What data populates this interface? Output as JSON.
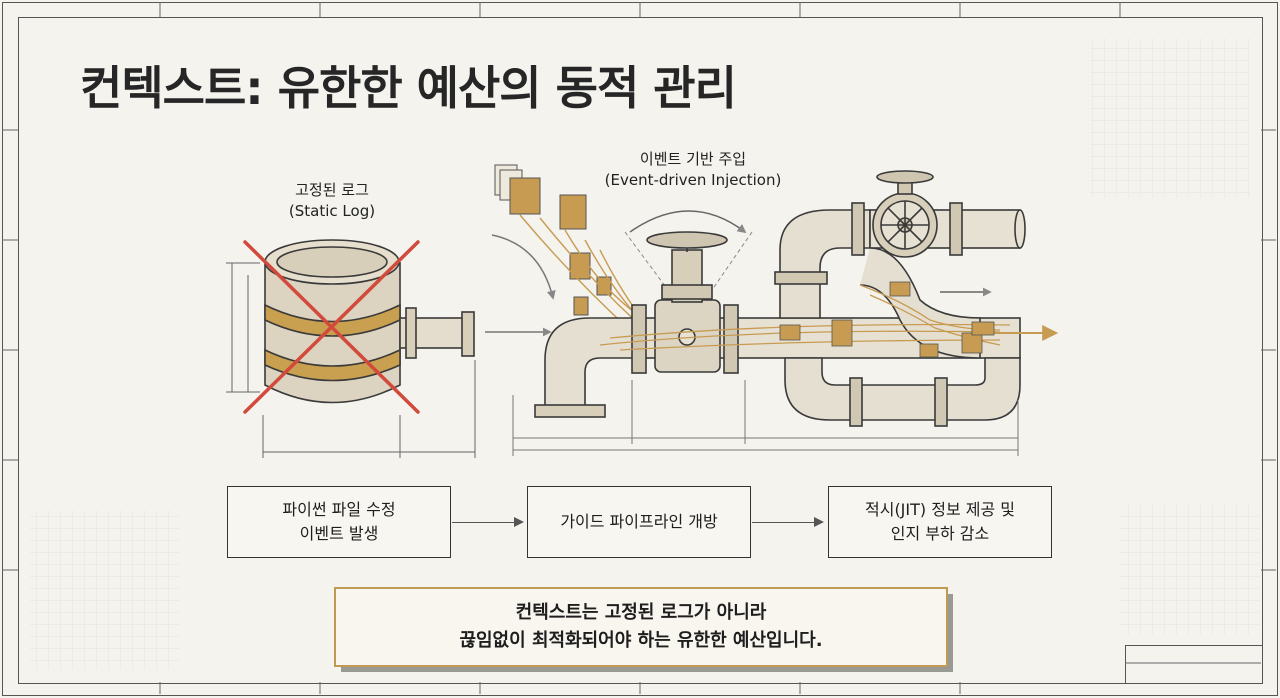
{
  "title": "컨텍스트: 유한한 예산의 동적 관리",
  "static_log": {
    "label_ko": "고정된 로그",
    "label_en": "(Static Log)"
  },
  "event_injection": {
    "label_ko": "이벤트 기반 주입",
    "label_en": "(Event-driven Injection)"
  },
  "flow": [
    {
      "line1": "파이썬 파일 수정",
      "line2": "이벤트 발생"
    },
    {
      "line1": "가이드 파이프라인 개방",
      "line2": ""
    },
    {
      "line1": "적시(JIT) 정보 제공 및",
      "line2": "인지 부하 감소"
    }
  ],
  "note": {
    "line1": "컨텍스트는 고정된 로그가 아니라",
    "line2": "끊임없이 최적화되어야 하는 유한한 예산입니다."
  },
  "colors": {
    "accent_gold": "#c89b52",
    "cross_red": "#d24a3c",
    "outline": "#3a3a3a"
  },
  "icons": [
    "document-icon",
    "valve-wheel-icon",
    "cross-out-icon",
    "arrow-right-icon"
  ]
}
